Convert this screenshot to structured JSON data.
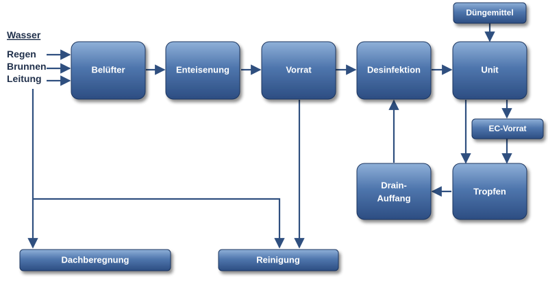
{
  "diagram": {
    "title": "Wasser",
    "sources": [
      "Regen",
      "Brunnen",
      "Leitung"
    ],
    "nodes": {
      "beluefter": "Belüfter",
      "enteisenung": "Enteisenung",
      "vorrat": "Vorrat",
      "desinfektion": "Desinfektion",
      "unit": "Unit",
      "duengemittel": "Düngemittel",
      "ec_vorrat": "EC-Vorrat",
      "tropfen": "Tropfen",
      "drain_line1": "Drain-",
      "drain_line2": "Auffang",
      "dachberegnung": "Dachberegnung",
      "reinigung": "Reinigung"
    },
    "colors": {
      "box_top": "#7a9cc8",
      "box_bottom": "#2f5289",
      "line": "#2f4f7f",
      "text_dark": "#1f2f4a"
    }
  }
}
